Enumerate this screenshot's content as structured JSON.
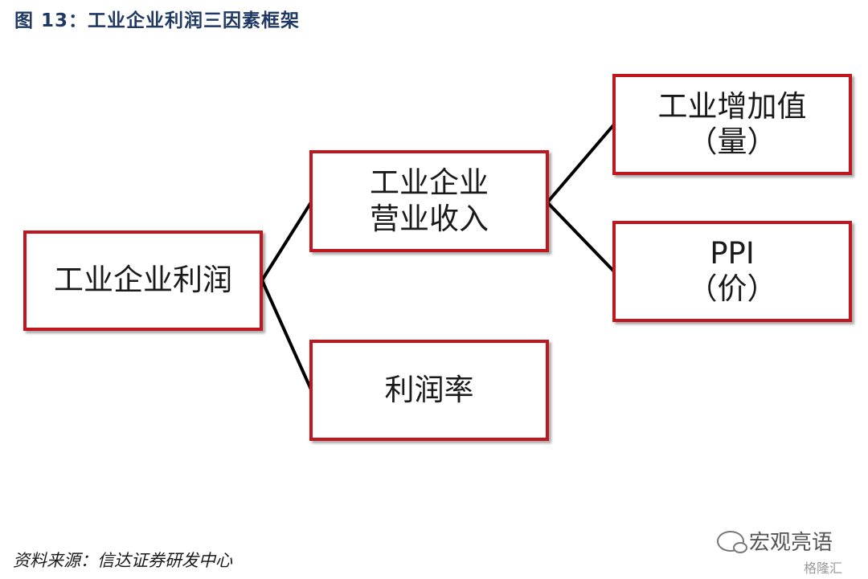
{
  "figure": {
    "title": "图 13：工业企业利润三因素框架",
    "source": "资料来源：信达证券研发中心"
  },
  "nodes": {
    "profit": {
      "line1": "工业企业利润"
    },
    "revenue": {
      "line1": "工业企业",
      "line2": "营业收入"
    },
    "margin": {
      "line1": "利润率"
    },
    "added_value": {
      "line1": "工业增加值",
      "line2": "（量）"
    },
    "ppi": {
      "line1": "PPI",
      "line2": "（价）"
    }
  },
  "watermark": {
    "wechat": "宏观亮语",
    "gelonghui": "格隆汇"
  },
  "colors": {
    "box_border": "#c0161f",
    "title": "#1f3864",
    "connector": "#000000"
  }
}
